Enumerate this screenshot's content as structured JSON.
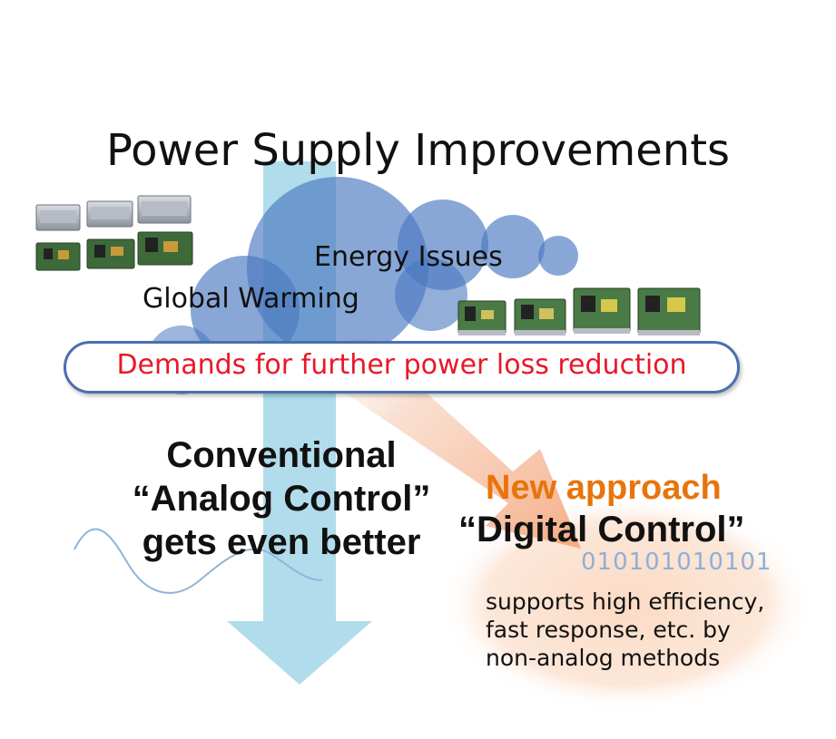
{
  "title": "Power Supply Improvements",
  "bubbles": {
    "energy_issues": "Energy Issues",
    "global_warming": "Global Warming"
  },
  "demands": "Demands for further power loss reduction",
  "conventional": {
    "line1": "Conventional",
    "line2": "“Analog Control”",
    "line3": "gets even better"
  },
  "new_approach": {
    "heading": "New approach",
    "name": "“Digital Control”",
    "binary": "010101010101",
    "description_line1": "supports high efficiency,",
    "description_line2": "fast response, etc. by",
    "description_line3": "non-analog methods"
  },
  "colors": {
    "arrow_blue": "#a8d8ea",
    "bubble_blue": "#4a78c0",
    "demand_red": "#e8182a",
    "orange": "#e8740c",
    "binary_blue": "#8fb0d8"
  },
  "icons": [
    "power-supply-unit-icon",
    "circuit-board-icon"
  ]
}
